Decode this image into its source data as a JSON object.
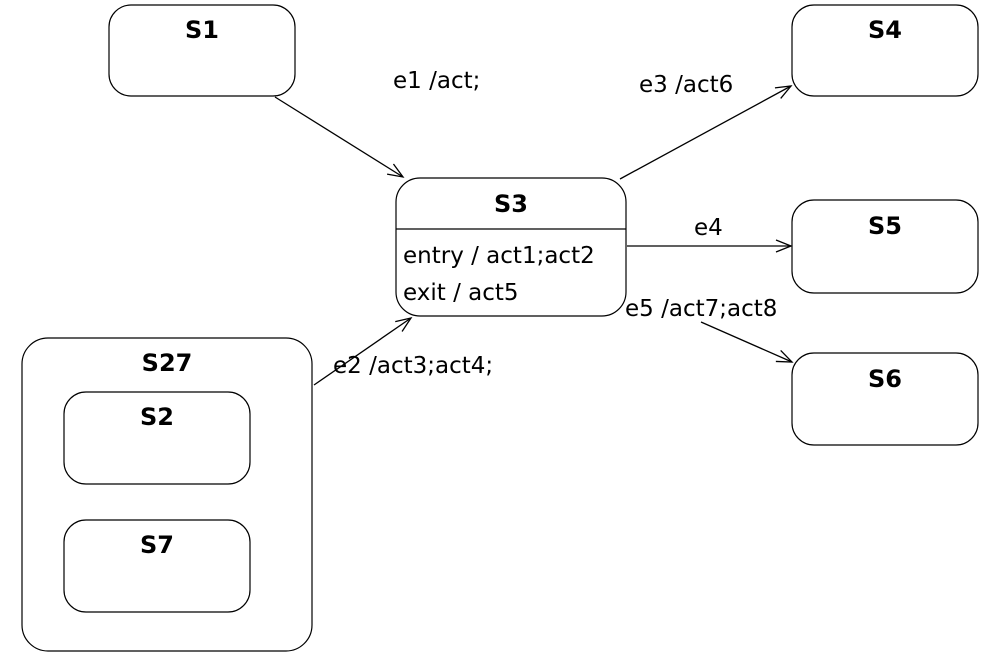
{
  "states": {
    "s1": {
      "name": "S1"
    },
    "s3": {
      "name": "S3",
      "entry": "entry / act1;act2",
      "exit": "exit / act5"
    },
    "s4": {
      "name": "S4"
    },
    "s5": {
      "name": "S5"
    },
    "s6": {
      "name": "S6"
    },
    "s27": {
      "name": "S27"
    },
    "s2": {
      "name": "S2"
    },
    "s7": {
      "name": "S7"
    }
  },
  "transitions": {
    "s1_s3": {
      "label": "e1 /act;"
    },
    "s27_s3": {
      "label": "e2 /act3;act4;"
    },
    "s3_s4": {
      "label": "e3 /act6"
    },
    "s3_s5": {
      "label": "e4"
    },
    "s3_s6": {
      "label": "e5 /act7;act8"
    }
  }
}
